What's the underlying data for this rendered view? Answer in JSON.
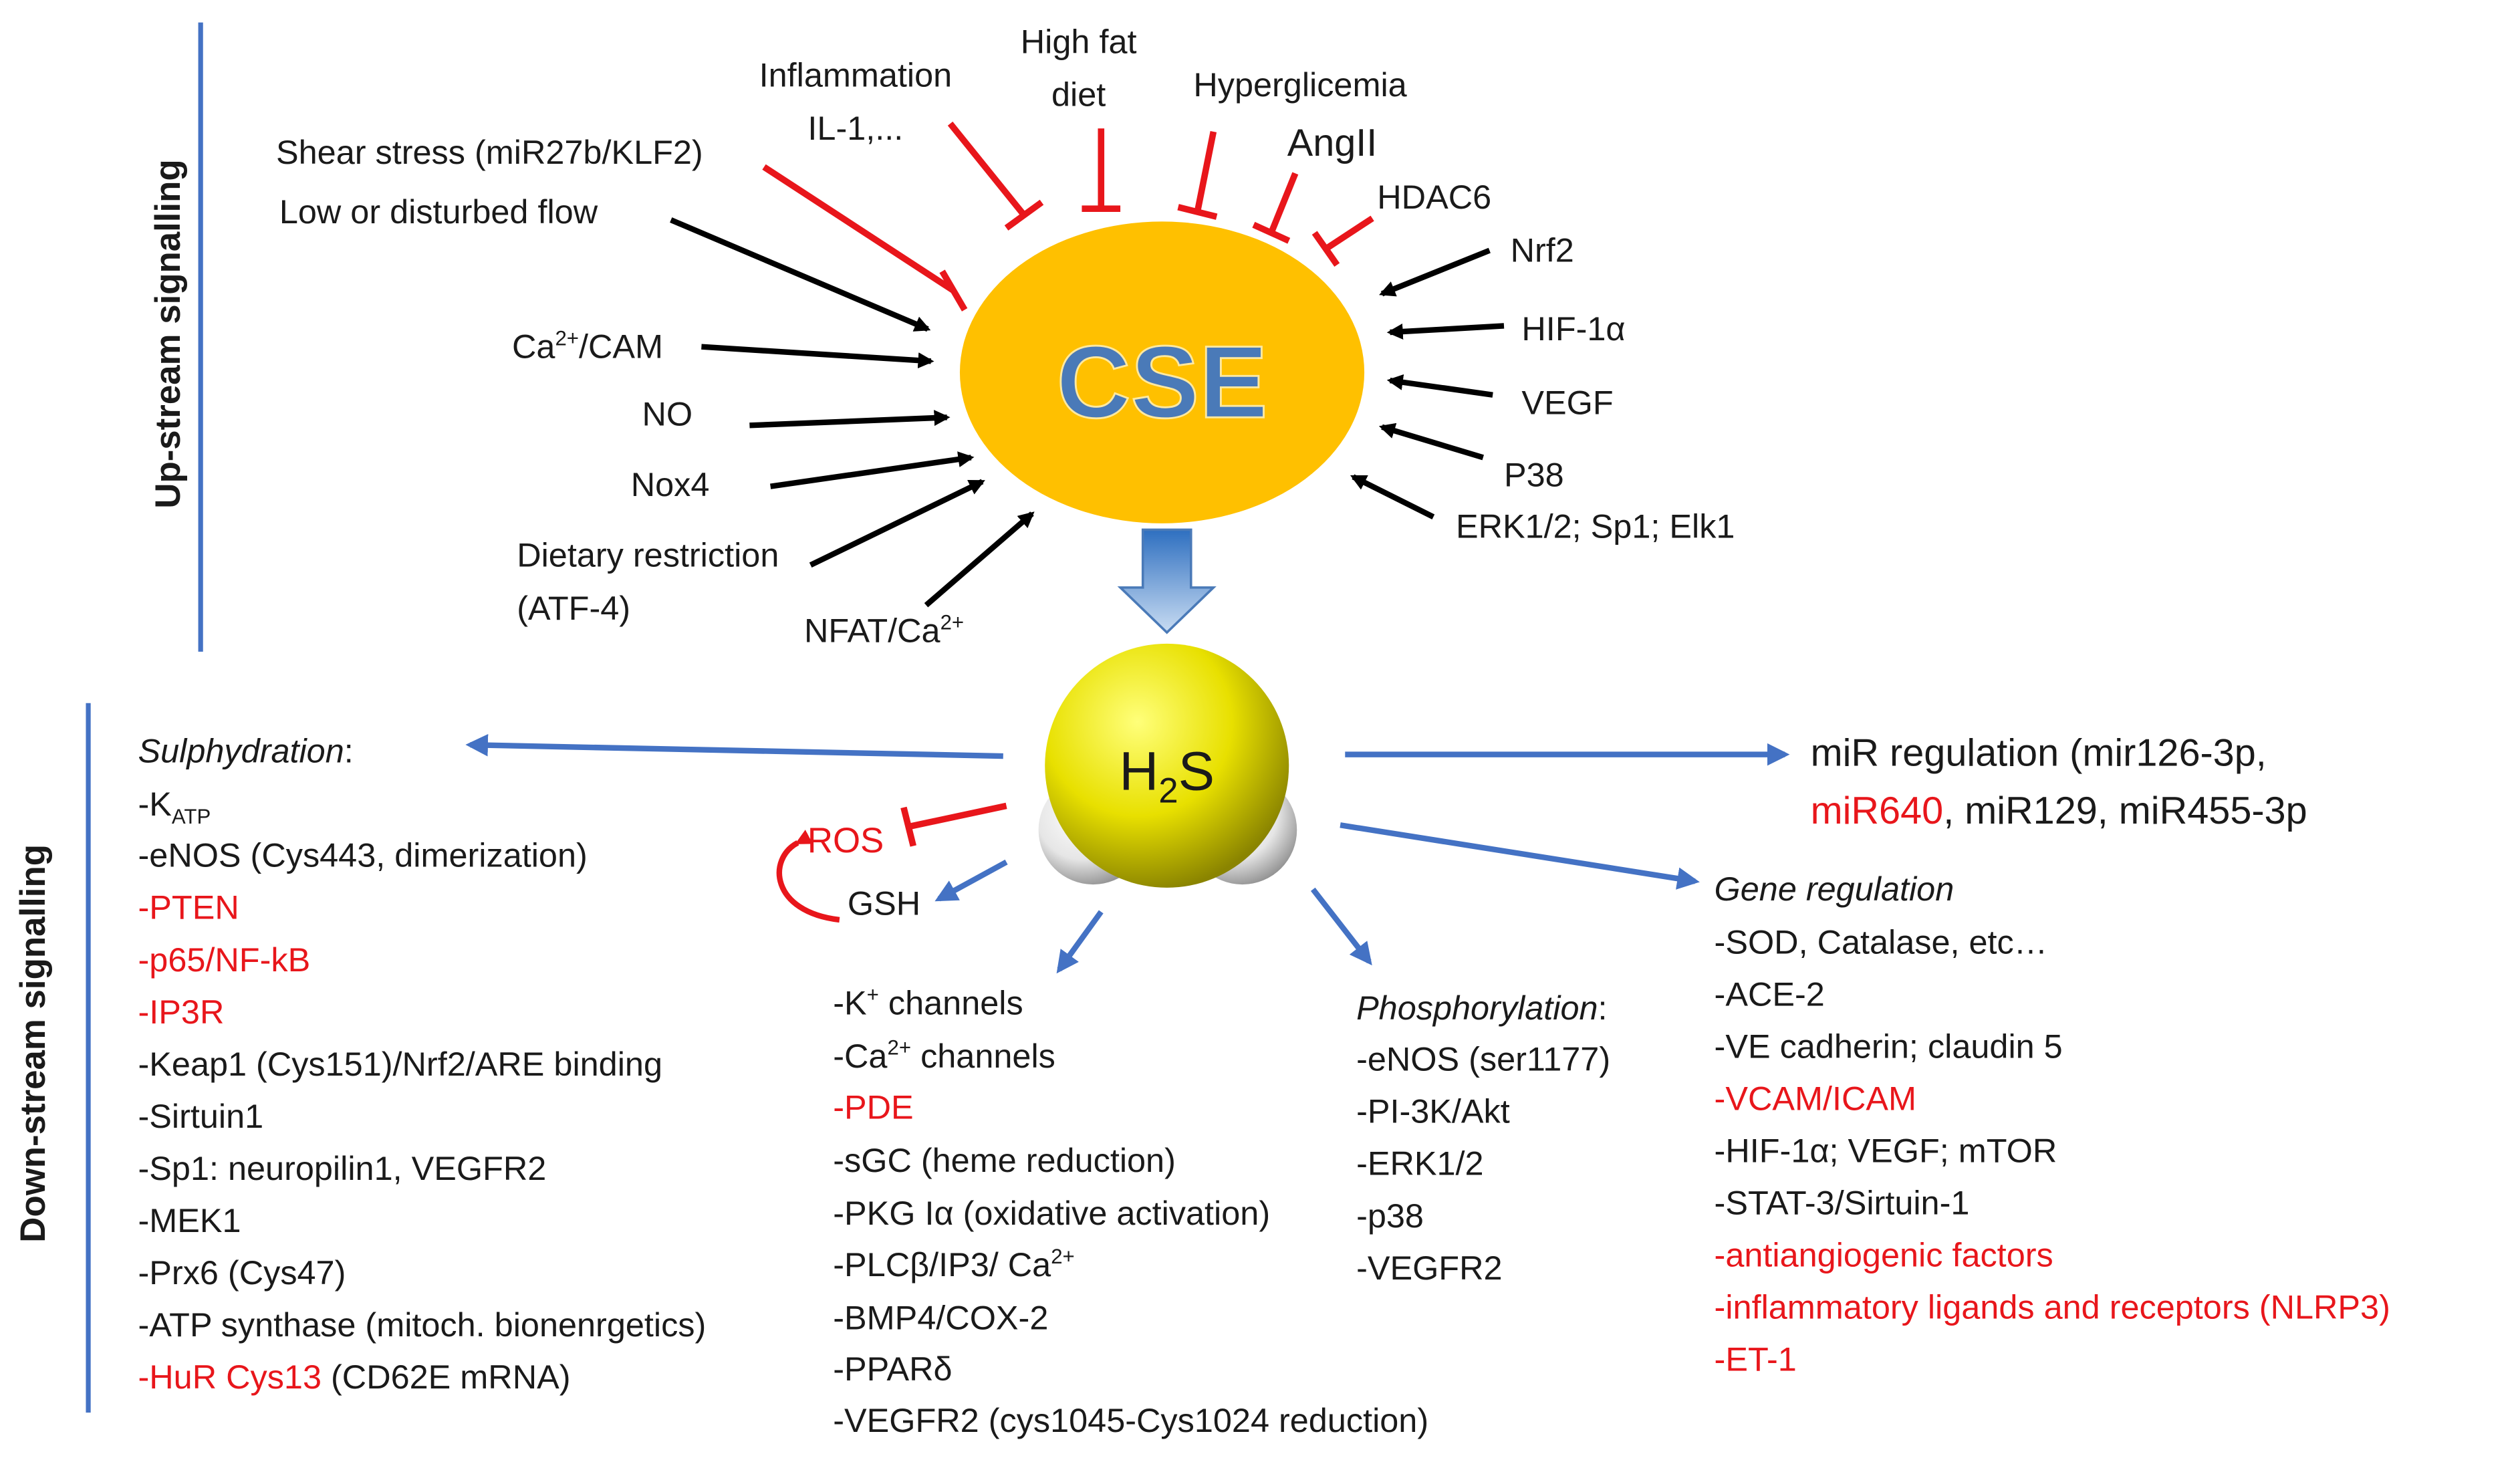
{
  "side_labels": {
    "upstream": "Up-stream signalling",
    "downstream": "Down-stream signalling"
  },
  "nodes": {
    "cse": "CSE",
    "h2s_main": "H",
    "h2s_sub": "2",
    "h2s_end": "S"
  },
  "upstream_inhibitors": {
    "shear_stress": "Shear stress (miR27b/KLF2)",
    "inflammation_1": "Inflammation",
    "inflammation_2": "IL-1,...",
    "high_fat_1": "High fat",
    "high_fat_2": "diet",
    "hyperglicemia": "Hyperglicemia",
    "angII": "AngII",
    "hdac6": "HDAC6"
  },
  "upstream_activators_left": {
    "low_flow": "Low or disturbed flow",
    "ca_cam_pre": "Ca",
    "ca_cam_sup": "2+",
    "ca_cam_post": "/CAM",
    "no": "NO",
    "nox4": "Nox4",
    "dietary_1": "Dietary restriction",
    "dietary_2": "(ATF-4)",
    "nfat_pre": "NFAT/Ca",
    "nfat_sup": "2+"
  },
  "upstream_activators_right": {
    "nrf2": "Nrf2",
    "hif": "HIF-1α",
    "vegf": "VEGF",
    "p38": "P38",
    "erk": "ERK1/2; Sp1; Elk1"
  },
  "ros_gsh": {
    "ros": "ROS",
    "gsh": "GSH"
  },
  "sulphydration": {
    "heading": "Sulphydration",
    "heading_colon": ":",
    "katp_pre": "-K",
    "katp_sub": "ATP",
    "items": [
      {
        "text": "-eNOS (Cys443, dimerization)",
        "red": false
      },
      {
        "text": "-PTEN",
        "red": true
      },
      {
        "text": "-p65/NF-kB",
        "red": true
      },
      {
        "text": "-IP3R",
        "red": true
      },
      {
        "text": "-Keap1 (Cys151)/Nrf2/ARE binding",
        "red": false
      },
      {
        "text": "-Sirtuin1",
        "red": false
      },
      {
        "text": "-Sp1: neuropilin1, VEGFR2",
        "red": false
      },
      {
        "text": "-MEK1",
        "red": false
      },
      {
        "text": "-Prx6 (Cys47)",
        "red": false
      },
      {
        "text": "-ATP synthase (mitoch. bionenrgetics)",
        "red": false
      }
    ],
    "hur_red": "-HuR Cys13",
    "hur_black": " (CD62E mRNA)"
  },
  "channels": {
    "k_pre": "-K",
    "k_sup": "+",
    "k_post": " channels",
    "ca_pre": "-Ca",
    "ca_sup": "2+",
    "ca_post": " channels",
    "pde": "-PDE",
    "sgc": "-sGC (heme reduction)",
    "pkg": "-PKG Iα (oxidative activation)",
    "plc_pre": "-PLCβ/IP3/ Ca",
    "plc_sup": "2+",
    "bmp4": "-BMP4/COX-2",
    "ppar": "-PPARδ",
    "vegfr2": "-VEGFR2 (cys1045-Cys1024 reduction)"
  },
  "phosphorylation": {
    "heading": "Phosphorylation",
    "heading_colon": ":",
    "items": [
      "-eNOS (ser1177)",
      "-PI-3K/Akt",
      "-ERK1/2",
      "-p38",
      "-VEGFR2"
    ]
  },
  "mir": {
    "line1": "miR regulation (mir126-3p,",
    "line2_red": "miR640",
    "line2_black": ",  miR129, miR455-3p"
  },
  "gene_regulation": {
    "heading": "Gene regulation",
    "items": [
      {
        "text": "-SOD, Catalase, etc…",
        "red": false
      },
      {
        "text": "-ACE-2",
        "red": false
      },
      {
        "text": "-VE cadherin; claudin 5",
        "red": false
      },
      {
        "text": "-VCAM/ICAM",
        "red": true
      },
      {
        "text": "-HIF-1α; VEGF; mTOR",
        "red": false
      },
      {
        "text": "-STAT-3/Sirtuin-1",
        "red": false
      },
      {
        "text": "-antiangiogenic factors",
        "red": true
      },
      {
        "text": "-inflammatory ligands and receptors (NLRP3)",
        "red": true
      },
      {
        "text": "-ET-1",
        "red": true
      }
    ]
  },
  "colors": {
    "red": "#e8161b",
    "blue": "#4472c4",
    "cse_fill": "#ffc000",
    "cse_text": "#4a7ab8",
    "text": "#1a1a1a"
  }
}
